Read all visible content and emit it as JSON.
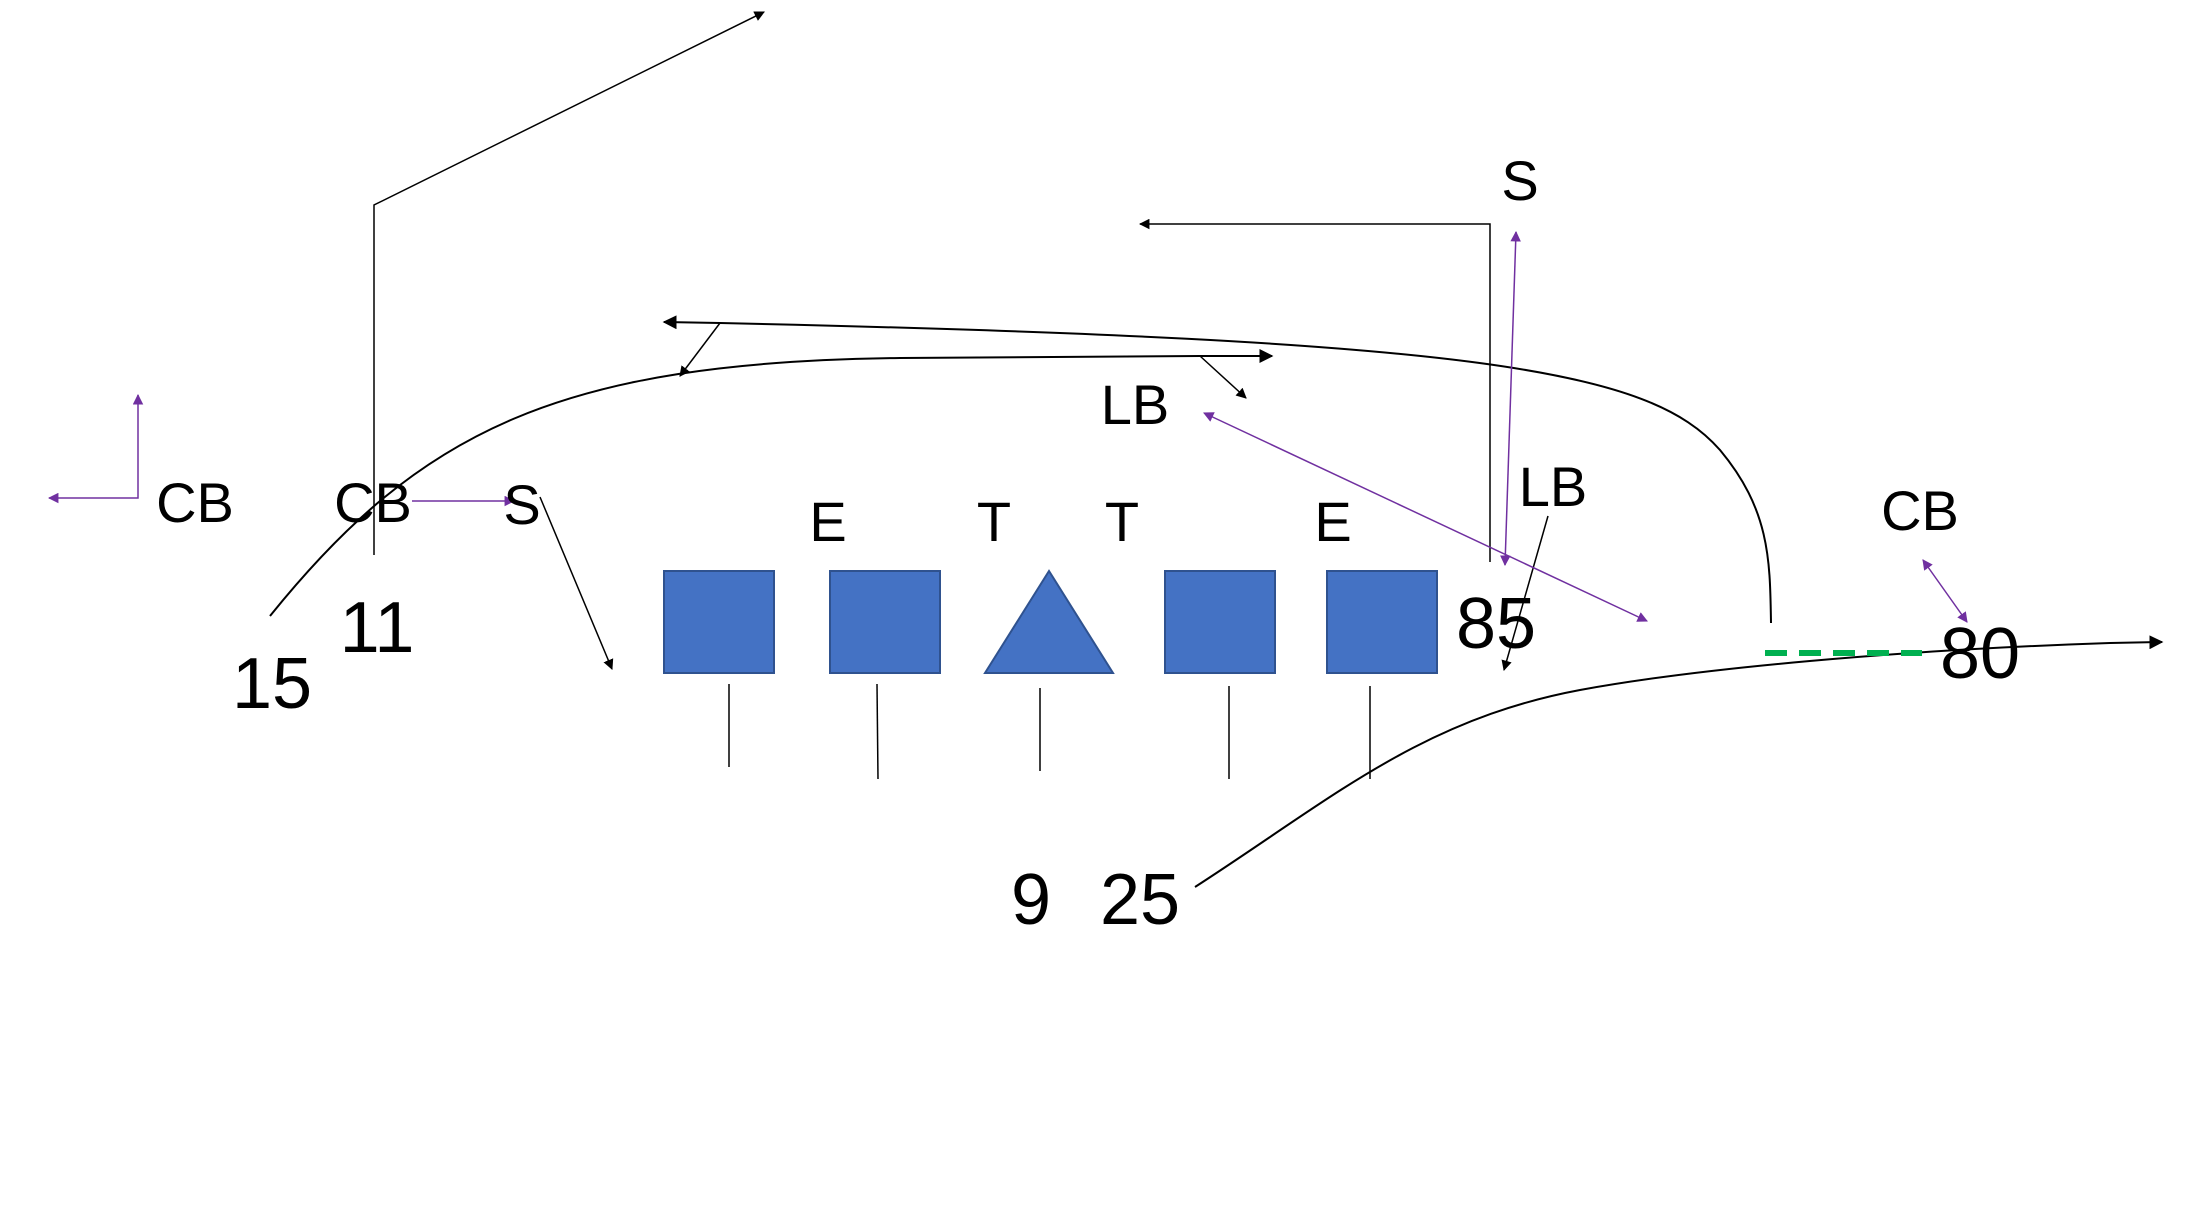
{
  "colors": {
    "lineman_fill": "#4472c4",
    "lineman_stroke": "#2f528f",
    "route_line": "#000000",
    "defense_arrow": "#7030a0",
    "dashed_segment": "#00b050",
    "background": "#ffffff"
  },
  "offensive_line": [
    {
      "shape": "square"
    },
    {
      "shape": "square"
    },
    {
      "shape": "triangle"
    },
    {
      "shape": "square"
    },
    {
      "shape": "square"
    }
  ],
  "line_labels": {
    "e_left": "E",
    "t_left": "T",
    "t_right": "T",
    "e_right": "E"
  },
  "defense": {
    "cb_far_left": "CB",
    "cb_left": "CB",
    "s_left": "S",
    "lb_middle": "LB",
    "s_top": "S",
    "lb_right": "LB",
    "cb_right": "CB"
  },
  "players": {
    "n15": "15",
    "n11": "11",
    "n9": "9",
    "n25": "25",
    "n85": "85",
    "n80": "80"
  }
}
